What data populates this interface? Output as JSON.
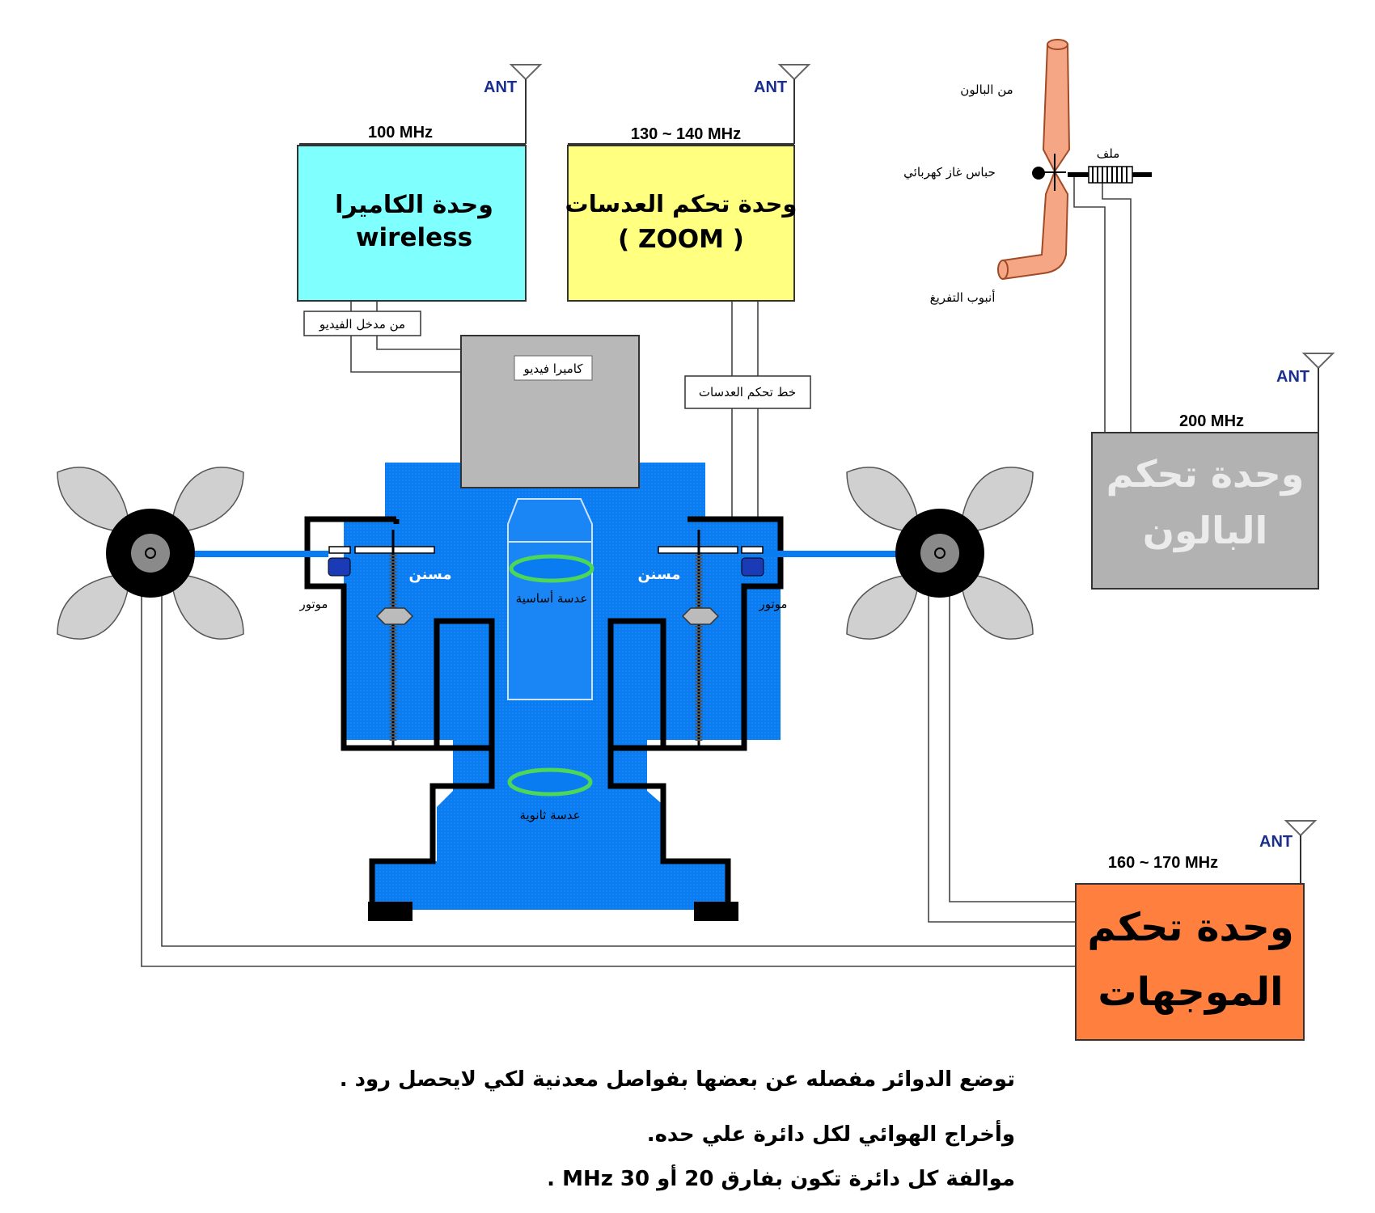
{
  "antenna_label": "ANT",
  "camera_unit": {
    "freq": "100 MHz",
    "line1": "وحدة   الكاميرا",
    "line2": "wireless",
    "fill": "#80ffff"
  },
  "zoom_unit": {
    "freq": "130 ~ 140 MHz",
    "line1": "وحدة تحكم العدسات",
    "line2": "( ZOOM )",
    "fill": "#ffff80"
  },
  "balloon_unit": {
    "freq": "200  MHz",
    "line1": "وحدة تحكم",
    "line2": "البالون",
    "fill": "#b2b2b2"
  },
  "thruster_unit": {
    "freq": "160 ~ 170 MHz",
    "line1": "وحدة تحكم",
    "line2": "الموجهات",
    "fill": "#ff7f3f"
  },
  "labels": {
    "video_input": "من مدخل الفيديو",
    "video_camera": "كاميرا فيديو",
    "lens_control_line": "خط تحكم العدسات",
    "from_balloon": "من البالون",
    "gas_valve": "حباس غاز كهربائي",
    "coil": "ملف",
    "exhaust_pipe": "أنبوب التفريغ",
    "gear": "مسنن",
    "motor": "موتور",
    "primary_lens": "عدسة أساسية",
    "secondary_lens": "عدسة ثانوية",
    "plus": "+",
    "minus": "-"
  },
  "notes": [
    "توضع الدوائر مفصله عن بعضها بفواصل معدنية لكي لايحصل رود .",
    "وأخراج الهوائي لكل دائرة علي حده.",
    "موالفة كل دائرة تكون بفارق 20 أو 30 MHz ."
  ],
  "colors": {
    "body_blue": "#0a7cf2",
    "pipe_salmon": "#f5a684",
    "lens_green": "#4cd65a",
    "fan_gray": "#d0d0d0"
  }
}
